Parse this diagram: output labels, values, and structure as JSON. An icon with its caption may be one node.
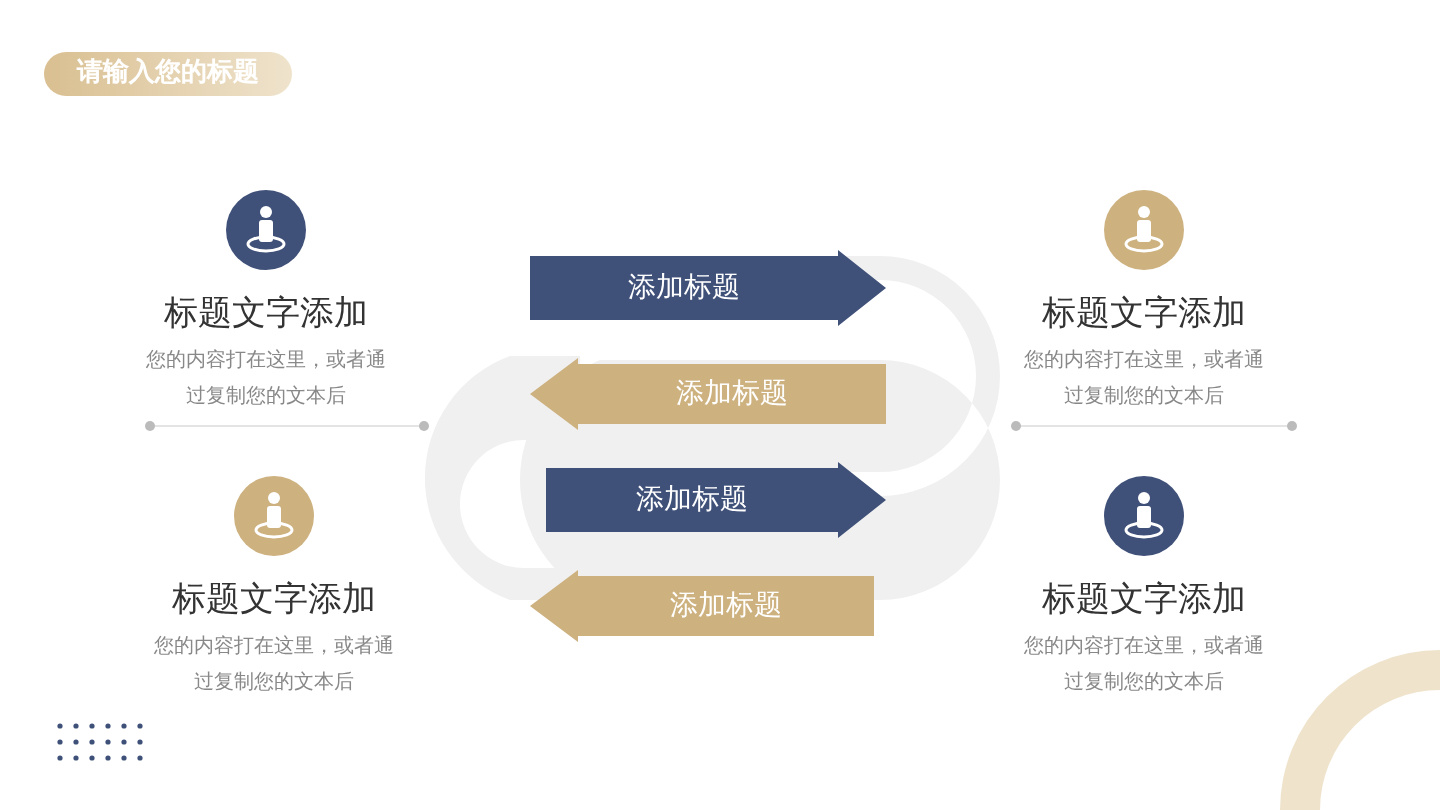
{
  "diagram": {
    "title": "请输入您的标题",
    "nodes": [
      {
        "text": [
          "添加标题"
        ]
      },
      {
        "text": [
          "添加标题"
        ]
      },
      {
        "text": [
          "添加标题"
        ]
      },
      {
        "text": [
          "添加标题"
        ]
      }
    ],
    "labels": [
      "标题文字添加",
      "您的内容打在这里，或者通过复制您的文本后",
      "标题文字添加",
      "您的内容打在这里，或者通过复制您的文本后",
      "标题文字添加",
      "您的内容打在这里，或者通过复制您的文本后",
      "标题文字添加",
      "您的内容打在这里，或者通过复制您的文本后"
    ]
  }
}
